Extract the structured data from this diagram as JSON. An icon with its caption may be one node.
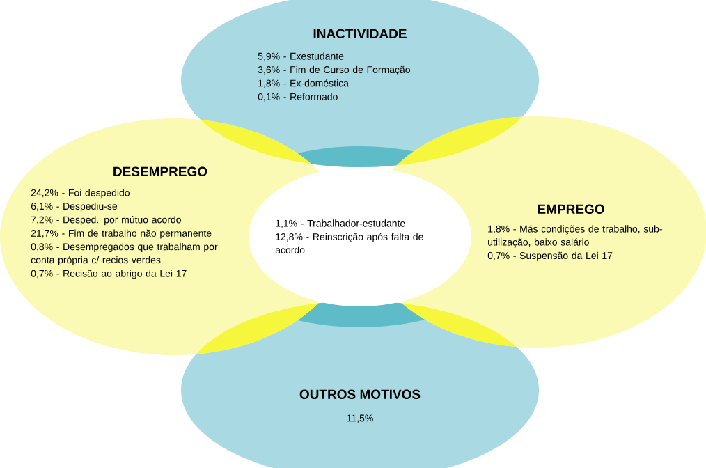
{
  "diagram": {
    "nodes": [
      {
        "text": [
          "INACTIVIDADE",
          "5,9% - Exestudante",
          "3,6% - Fim de Curso de Formação",
          "1,8% - Ex-doméstica",
          "0,1% - Reformado"
        ]
      },
      {
        "text": [
          "DESEMPREGO",
          "24,2% - Foi despedido",
          "6,1% - Despediu-se",
          "7,2% - Desped. por mútuo acordo",
          "21,7% - Fim de trabalho não permanente",
          "0,8% - Desempregados que trabalham por conta própria c/ recios verdes",
          "0,7% - Recisão ao abrigo da Lei 17"
        ]
      },
      {
        "text": [
          "1,1% - Trabalhador-estudante",
          "12,8% - Reinscrição após falta de acordo"
        ]
      },
      {
        "text": [
          "EMPREGO",
          "1,8% - Más condições de trabalho, sub-utilização, baixo salário",
          "0,7% - Suspensão da Lei 17"
        ]
      },
      {
        "text": [
          "OUTROS MOTIVOS",
          "11,5%"
        ]
      }
    ]
  }
}
